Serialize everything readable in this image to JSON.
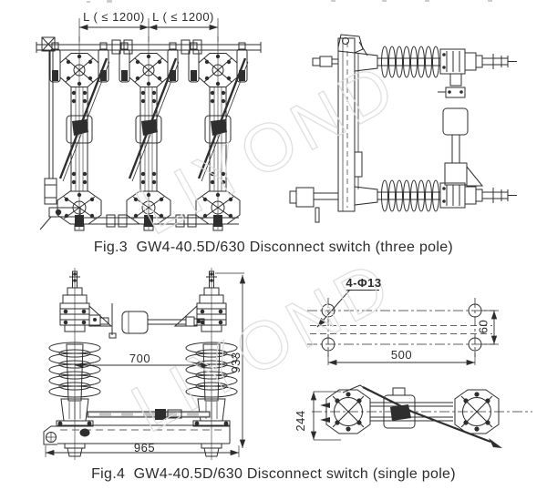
{
  "document": {
    "type": "Disconnect switch outline-drawing page",
    "background": "#ffffff"
  },
  "figure3": {
    "caption": "Fig.3  GW4-40.5D/630 Disconnect switch (three pole)",
    "dimensions": {
      "pole_spacing_left": "L ( ≤ 1200)",
      "pole_spacing_right": "L ( ≤ 1200)"
    }
  },
  "figure4": {
    "caption": "Fig.4  GW4-40.5D/630 Disconnect switch (single pole)",
    "dimensions": {
      "insulator_spacing": "700",
      "overall_height": "933",
      "base_length": "965",
      "mounting_holes": "4-Φ13",
      "hole_span_horizontal": "500",
      "hole_span_vertical": "60",
      "base_depth": "244"
    }
  },
  "watermark": {
    "text": "LIYOND",
    "color": "#dcdcdc"
  },
  "colors": {
    "line": "#2e2e2e",
    "label": "#2b2b2b",
    "background": "#ffffff"
  }
}
